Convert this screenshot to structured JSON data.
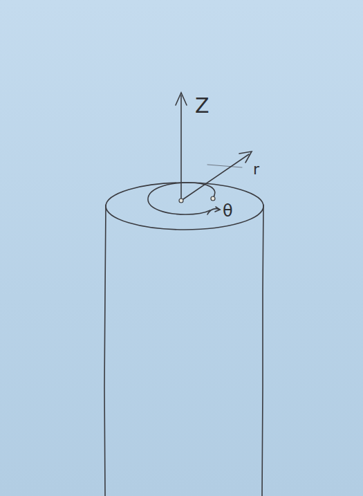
{
  "diagram": {
    "labels": [
      "Z",
      "r",
      "θ"
    ]
  }
}
